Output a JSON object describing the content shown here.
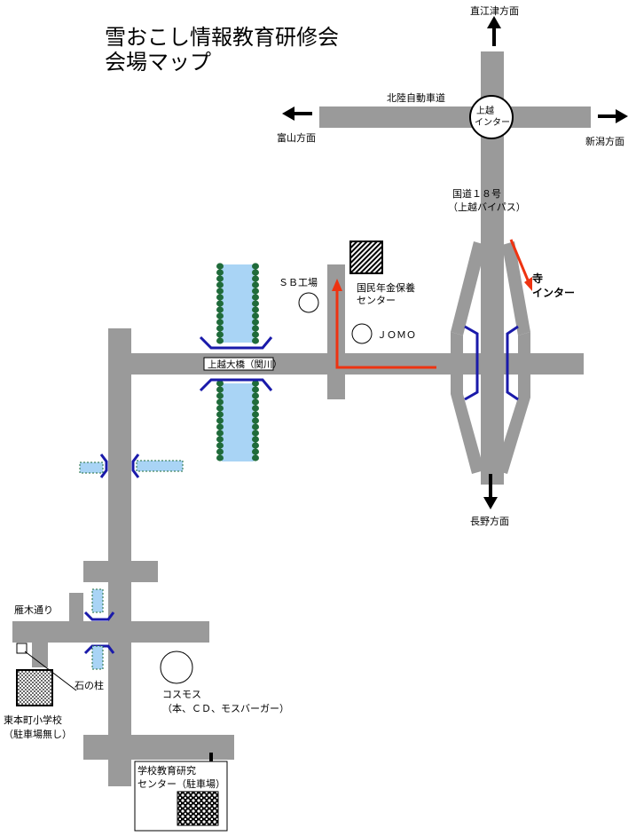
{
  "title": {
    "line1": "雪おこし情報教育研修会",
    "line2": "会場マップ"
  },
  "labels": {
    "naoetsu": "直江津方面",
    "hokuriku": "北陸自動車道",
    "ic_line1": "上越",
    "ic_line2": "インター",
    "toyama": "富山方面",
    "niigata": "新潟方面",
    "route18_line1": "国道１８号",
    "route18_line2": "（上越バイパス）",
    "tera_line1": "寺",
    "tera_line2": "インター",
    "sb": "ＳＢ工場",
    "pension_line1": "国民年金保養",
    "pension_line2": "センター",
    "jomo": "ＪＯＭＯ",
    "bridge": "上越大橋（関川）",
    "nagano": "長野方面",
    "gangi": "雁木通り",
    "ishi": "石の柱",
    "school_line1": "東本町小学校",
    "school_line2": "（駐車場無し）",
    "cosmos_line1": "コスモス",
    "cosmos_line2": "（本、ＣＤ、モスバーガー）",
    "venue_line1": "学校教育研究",
    "venue_line2": "センター（駐車場）"
  },
  "colors": {
    "road": "#9a9a9a",
    "river": "#a9d4f5",
    "tree": "#1f6b3a",
    "rail": "#1a1aaa",
    "route": "#ee3311",
    "background": "#ffffff"
  }
}
